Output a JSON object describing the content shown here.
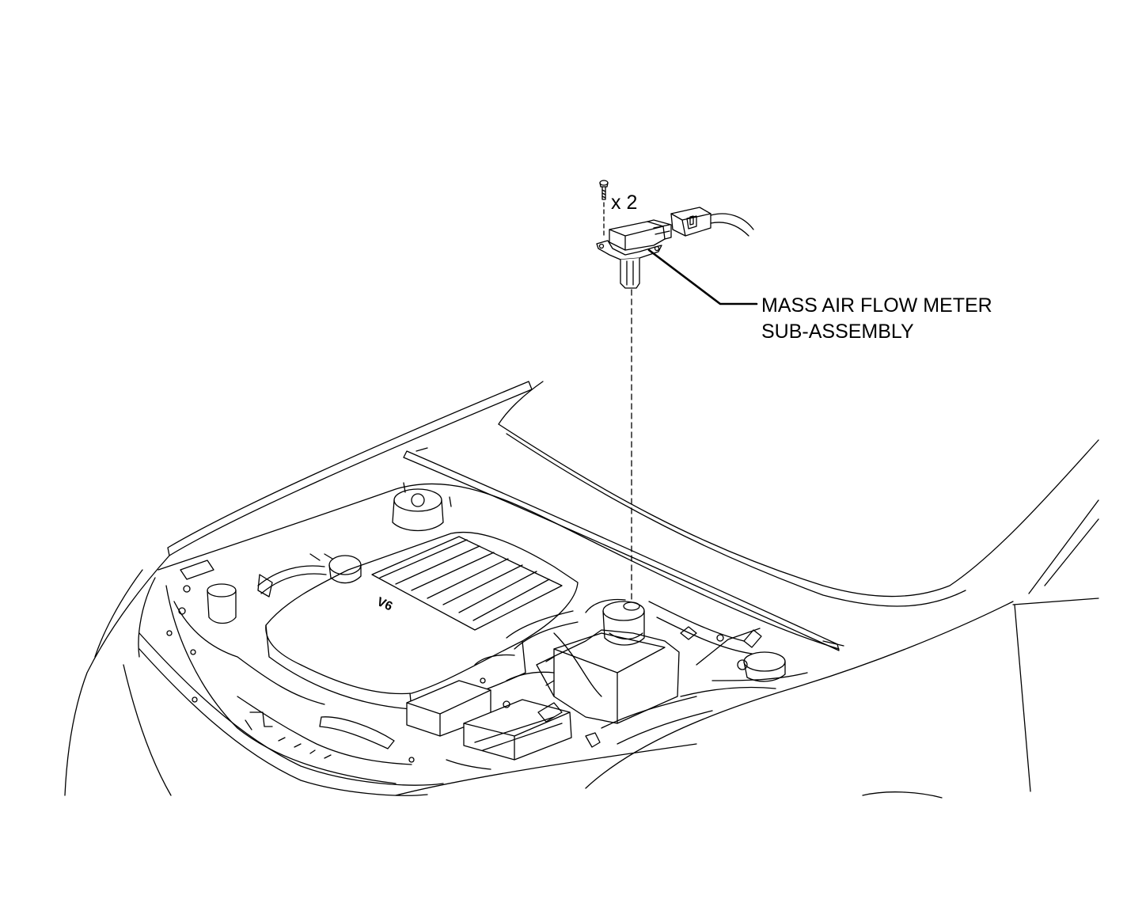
{
  "diagram": {
    "part_label_line1": "MASS AIR FLOW METER",
    "part_label_line2": "SUB-ASSEMBLY",
    "bolt_quantity": "x 2",
    "engine_cover_badge": "V6"
  },
  "colors": {
    "line": "#000000",
    "background": "#ffffff"
  }
}
